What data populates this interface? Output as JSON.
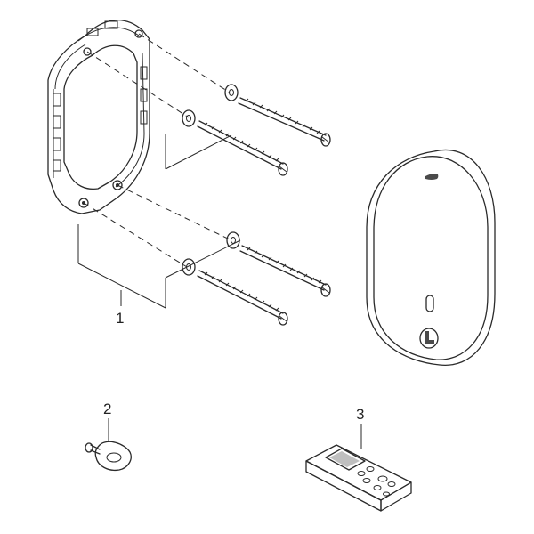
{
  "callouts": [
    {
      "id": "frame",
      "label": "1"
    },
    {
      "id": "key",
      "label": "2"
    },
    {
      "id": "remote",
      "label": "3"
    }
  ],
  "colors": {
    "line": "#2a2a2a",
    "panel_fill": "#ffffff",
    "shade": "#bfbfbf",
    "dark": "#4a4a4a"
  }
}
